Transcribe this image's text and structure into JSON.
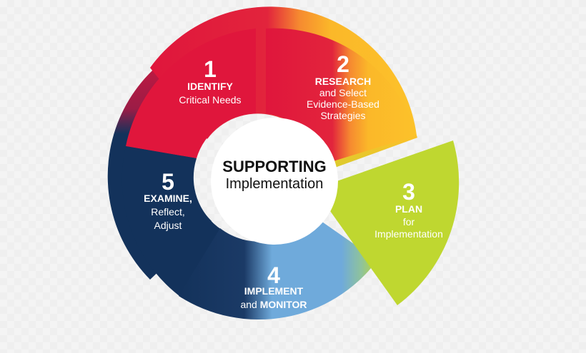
{
  "center": {
    "title": "SUPPORTING",
    "subtitle": "Implementation"
  },
  "steps": [
    {
      "number": "1",
      "strong": "IDENTIFY",
      "line1": "Critical Needs",
      "line2": "",
      "line3": ""
    },
    {
      "number": "2",
      "strong": "RESEARCH",
      "line1": "and Select",
      "line2": "Evidence-Based",
      "line3": "Strategies"
    },
    {
      "number": "3",
      "strong": "PLAN",
      "line1": "for",
      "line2": "Implementation",
      "line3": ""
    },
    {
      "number": "4",
      "strong": "IMPLEMENT",
      "line1": "and",
      "strong2": "MONITOR"
    },
    {
      "number": "5",
      "strong": "EXAMINE,",
      "line1": "Reflect,",
      "line2": "Adjust"
    }
  ],
  "colors": {
    "identify": "#e0163c",
    "research": "#fbb829",
    "plan": "#bfd730",
    "implement": "#6faadb",
    "examine": "#13325b"
  }
}
